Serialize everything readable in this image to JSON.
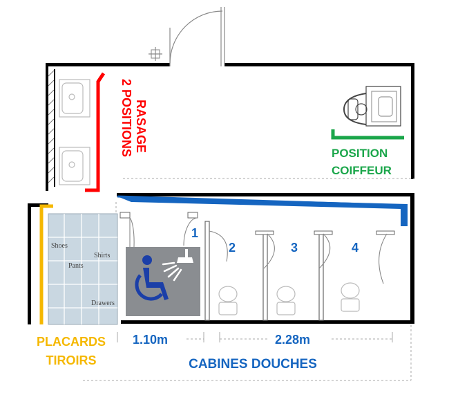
{
  "zones": {
    "shaving": {
      "label_line1": "2 POSITIONS",
      "label_line2": "RASAGE",
      "color": "#ff0000"
    },
    "hairdresser": {
      "label_line1": "POSITION",
      "label_line2": "COIFFEUR",
      "color": "#1aa64a"
    },
    "closets": {
      "label_line1": "PLACARDS",
      "label_line2": "TIROIRS",
      "color": "#f5b800"
    },
    "shower_cabins": {
      "label": "CABINES DOUCHES",
      "color": "#1565c0"
    }
  },
  "closet_labels": {
    "shoes": "Shoes",
    "pants": "Pants",
    "shirts": "Shirts",
    "drawers": "Drawers"
  },
  "cabin_numbers": [
    "1",
    "2",
    "3",
    "4"
  ],
  "dimensions": {
    "accessible_width": "1.10m",
    "cabins_width": "2.28m"
  },
  "icons": {
    "accessible": "wheelchair-shower-icon",
    "accessible_bg": "#8a8d91"
  }
}
